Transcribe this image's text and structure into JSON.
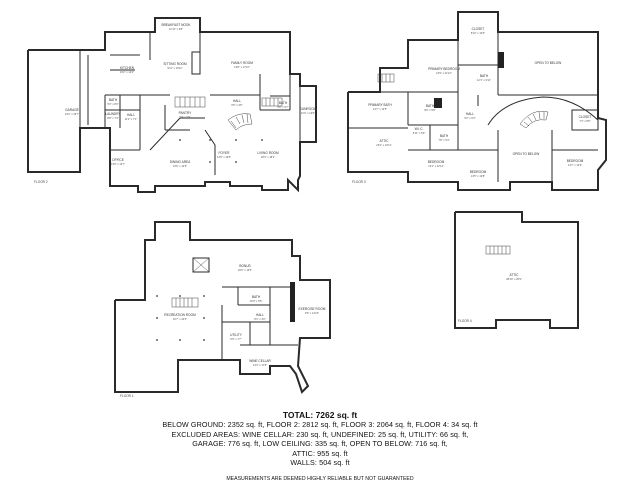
{
  "floors": {
    "floor1": {
      "label": "FLOOR 2",
      "rooms": [
        {
          "name": "GARAGE",
          "dims": "23'2\" x 33'7\""
        },
        {
          "name": "KITCHEN",
          "dims": "19'2\" x 14'4\""
        },
        {
          "name": "BREAKFAST NOOK",
          "dims": "12'11\" x 9'8\""
        },
        {
          "name": "SITTING ROOM",
          "dims": "9'11\" x 16'11\""
        },
        {
          "name": "FAMILY ROOM",
          "dims": "19'8\" x 17'10\""
        },
        {
          "name": "LAUNDRY",
          "dims": "8'8\" x 7'3\""
        },
        {
          "name": "BATH",
          "dims": "5'3\" x 8'3\""
        },
        {
          "name": "PANTRY",
          "dims": "5'4\" x 5'9\""
        },
        {
          "name": "HALL",
          "dims": "11'2\" x 7'1\""
        },
        {
          "name": "OFFICE",
          "dims": "13'0\" x 13'7\""
        },
        {
          "name": "DINING AREA",
          "dims": "16'6\" x 14'5\""
        },
        {
          "name": "FOYER",
          "dims": "14'5\" x 19'5\""
        },
        {
          "name": "LIVING ROOM",
          "dims": "18'3\" x 18'1\""
        },
        {
          "name": "BATH",
          "dims": "5'8\" x 5'7\""
        },
        {
          "name": "SUNROOM",
          "dims": "11'0\" x 13'9\""
        },
        {
          "name": "HALL",
          "dims": "6'5\" x 3'5\""
        }
      ]
    },
    "floor2": {
      "label": "FLOOR 3",
      "rooms": [
        {
          "name": "PRIMARY BEDROOM",
          "dims": "16'9\" x 21'10\""
        },
        {
          "name": "CLOSET",
          "dims": "8'10\" x 10'6\""
        },
        {
          "name": "OPEN TO BELOW",
          "dims": ""
        },
        {
          "name": "PRIMARY BATH",
          "dims": "14'7\" x 13'5\""
        },
        {
          "name": "BATH",
          "dims": "8'0\" x 5'8\""
        },
        {
          "name": "BATH",
          "dims": "12'1\" x 9'11\""
        },
        {
          "name": "ATTIC",
          "dims": "23'2\" x 13'11\""
        },
        {
          "name": "W.I.C.",
          "dims": "5'11\" x 5'9\""
        },
        {
          "name": "BATH",
          "dims": "7'8\" x 5'4\""
        },
        {
          "name": "HALL",
          "dims": "5'2\" x 6'4\""
        },
        {
          "name": "BEDROOM",
          "dims": "12'1\" x 12'11\""
        },
        {
          "name": "BEDROOM",
          "dims": "13'5\" x 13'8\""
        },
        {
          "name": "OPEN TO BELOW",
          "dims": ""
        },
        {
          "name": "BEDROOM",
          "dims": "13'7\" x 14'6\""
        },
        {
          "name": "CLOSET",
          "dims": "7'4\" x 8'5\""
        }
      ]
    },
    "floor3": {
      "label": "FLOOR 1",
      "rooms": [
        {
          "name": "BONUS",
          "dims": "29'3\" x 16'5\""
        },
        {
          "name": "RECREATION ROOM",
          "dims": "32'7\" x 44'3\""
        },
        {
          "name": "BATH",
          "dims": "10'0\" x 5'5\""
        },
        {
          "name": "HALL",
          "dims": "8'1\" x 3'0\""
        },
        {
          "name": "EXERCISE ROOM",
          "dims": "9'6\" x 13'10\""
        },
        {
          "name": "UTILITY",
          "dims": "6'9\" x 7'7\""
        },
        {
          "name": "WINE CELLAR",
          "dims": "14'4\" x 17'8\""
        }
      ]
    },
    "floor4": {
      "label": "FLOOR 4",
      "rooms": [
        {
          "name": "ATTIC",
          "dims": "38'10\" x 26'9\""
        }
      ]
    }
  },
  "summary": {
    "total": "TOTAL: 7262 sq. ft",
    "line1": "BELOW GROUND: 2352 sq. ft, FLOOR 2: 2812 sq. ft, FLOOR 3: 2064 sq. ft, FLOOR 4: 34 sq. ft",
    "line2": "EXCLUDED AREAS: WINE CELLAR: 230 sq. ft, UNDEFINED: 25 sq. ft, UTILITY: 66 sq. ft,",
    "line3": "GARAGE: 776 sq. ft, LOW CEILING: 335 sq. ft, OPEN TO BELOW: 716 sq. ft,",
    "line4": "ATTIC: 955 sq. ft",
    "line5": "WALLS: 504 sq. ft",
    "disclaimer": "MEASUREMENTS ARE DEEMED HIGHLY RELIABLE BUT NOT GUARANTEED"
  }
}
